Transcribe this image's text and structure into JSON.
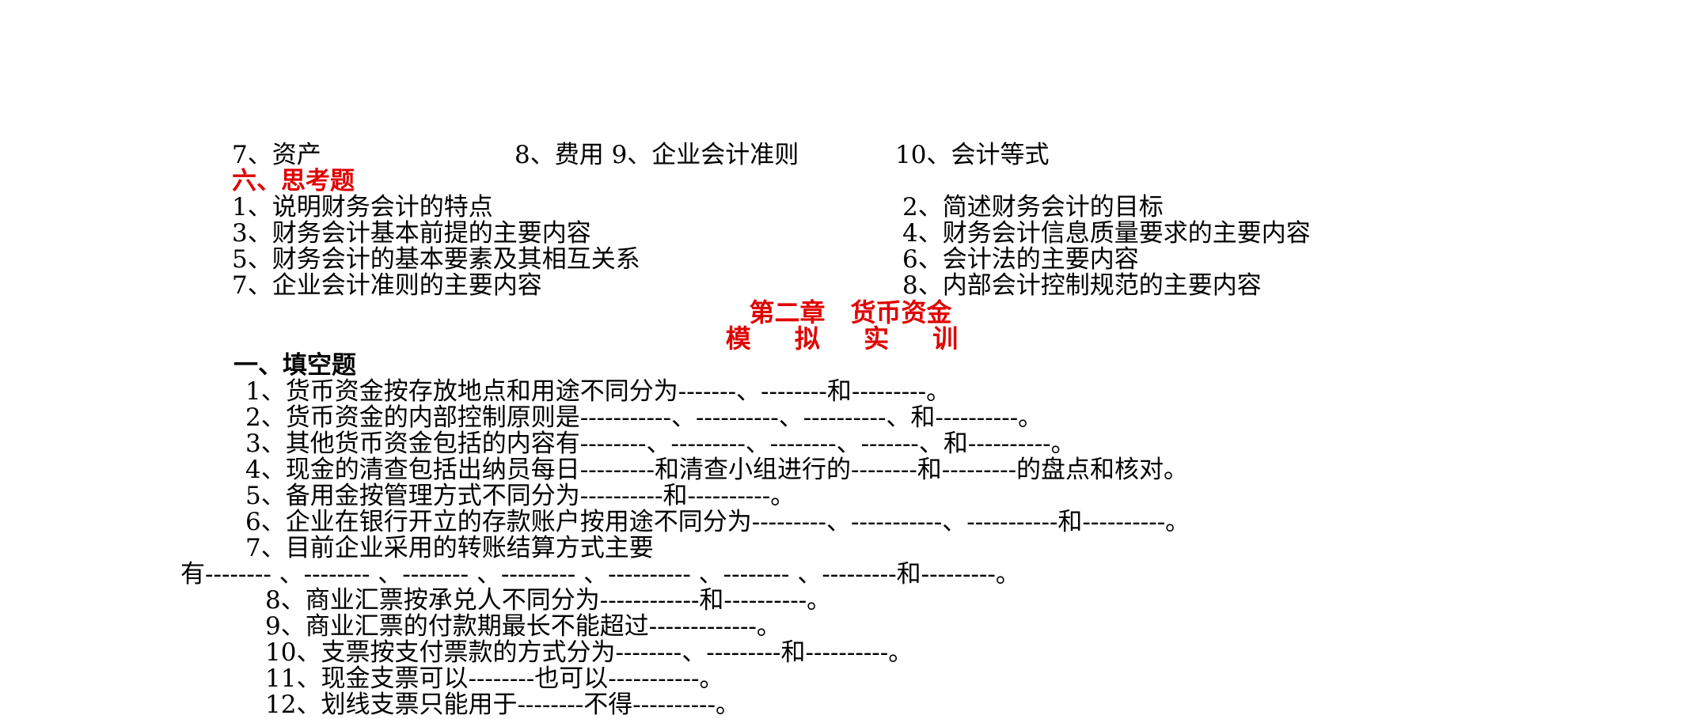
{
  "row_defs": {
    "c1": "7、资产",
    "c2": "8、费用 9、企业会计准则",
    "c3": "10、会计等式"
  },
  "section6": {
    "title": "六、思考题",
    "items": [
      "1、说明财务会计的特点",
      "2、简述财务会计的目标",
      "3、财务会计基本前提的主要内容",
      "4、财务会计信息质量要求的主要内容",
      "5、财务会计的基本要素及其相互关系",
      "6、会计法的主要内容",
      "7、企业会计准则的主要内容",
      "8、内部会计控制规范的主要内容"
    ]
  },
  "chapter": {
    "title": "第二章　货币资金",
    "subtitle": "模 拟 实 训"
  },
  "section1": {
    "title": "一、填空题",
    "items": [
      "1、货币资金按存放地点和用途不同分为-------、--------和---------。",
      "2、货币资金的内部控制原则是-----------、----------、----------、和----------。",
      "3、其他货币资金包括的内容有--------、---------、--------、-------、和----------。",
      "4、现金的清查包括出纳员每日---------和清查小组进行的--------和---------的盘点和核对。",
      "5、备用金按管理方式不同分为----------和----------。",
      "6、企业在银行开立的存款账户按用途不同分为---------、-----------、-----------和----------。",
      "7、目前企业采用的转账结算方式主要",
      "有-------- 、-------- 、-------- 、--------- 、---------- 、-------- 、---------和---------。",
      "8、商业汇票按承兑人不同分为------------和----------。",
      "9、商业汇票的付款期最长不能超过-------------。",
      "10、支票按支付票款的方式分为--------、---------和----------。",
      "11、现金支票可以--------也可以-----------。",
      "12、划线支票只能用于--------不得----------。"
    ]
  }
}
